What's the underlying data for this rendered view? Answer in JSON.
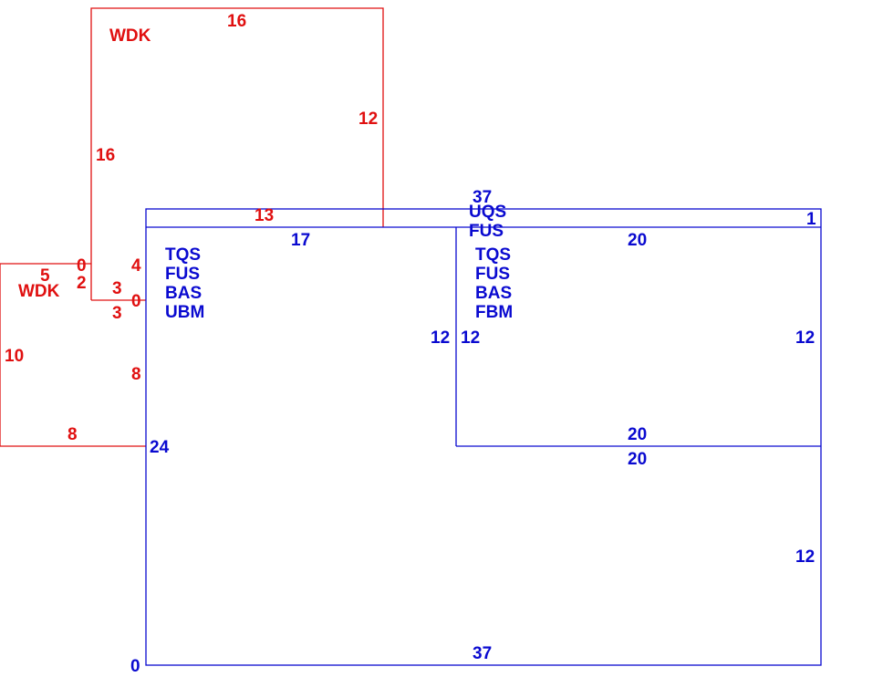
{
  "colors": {
    "wdk": "#e01010",
    "main": "#0a0ad0",
    "background": "#ffffff"
  },
  "upper_wdk": {
    "title": "WDK",
    "top": "16",
    "right": "12",
    "left": "16",
    "bottom": "13"
  },
  "left_wdk": {
    "title": "WDK",
    "top_left": "0",
    "top_mid": "5",
    "inner_a": "2",
    "inner_b": "4",
    "inner_c": "3",
    "inner_d": "0",
    "inner_e": "3",
    "left": "10",
    "right": "8",
    "bottom": "8"
  },
  "main_outline": {
    "top": "37",
    "top_right": "1",
    "left_lower": "24",
    "bottom": "37",
    "right_lower": "12",
    "bottom_left": "0"
  },
  "top_strip": {
    "codes": [
      "UQS",
      "FUS"
    ]
  },
  "room_left": {
    "top": "17",
    "right": "12",
    "codes": [
      "TQS",
      "FUS",
      "BAS",
      "UBM"
    ]
  },
  "room_right": {
    "top": "20",
    "left": "12",
    "right": "12",
    "bottom": "20",
    "below": "20",
    "codes": [
      "TQS",
      "FUS",
      "BAS",
      "FBM"
    ]
  }
}
